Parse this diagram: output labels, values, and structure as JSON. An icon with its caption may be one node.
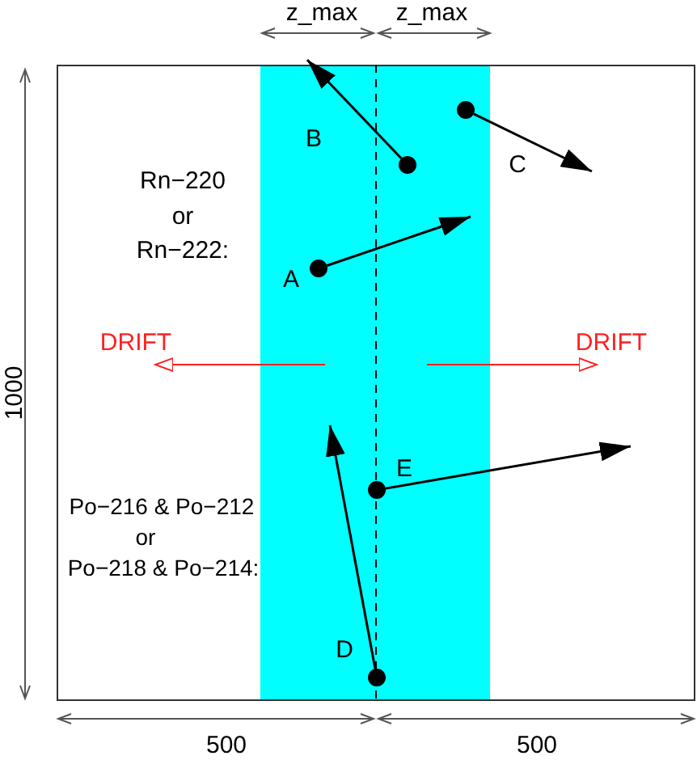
{
  "diagram": {
    "nodes": [
      {
        "text": [],
        "shape": "circle",
        "beside": [
          "C"
        ]
      },
      {
        "text": [],
        "shape": "circle",
        "beside": [
          "B"
        ]
      },
      {
        "text": [],
        "shape": "circle",
        "beside": [
          "A"
        ]
      },
      {
        "text": [],
        "shape": "circle",
        "beside": [
          "E"
        ]
      },
      {
        "text": [],
        "shape": "circle",
        "beside": [
          "D"
        ]
      }
    ],
    "edges": [
      {
        "from": 0,
        "to": null,
        "arrow": "to"
      },
      {
        "from": 1,
        "to": null,
        "arrow": "to"
      },
      {
        "from": 2,
        "to": null,
        "arrow": "to"
      },
      {
        "from": 3,
        "to": null,
        "arrow": "to"
      },
      {
        "from": 4,
        "to": null,
        "arrow": "to"
      }
    ],
    "labels": [
      "z_max",
      "z_max",
      "Rn−220",
      "or",
      "Rn−222:",
      "DRIFT",
      "DRIFT",
      "Po−216 & Po−212",
      "or",
      "Po−218 & Po−214:",
      "1000",
      "500",
      "500"
    ]
  }
}
